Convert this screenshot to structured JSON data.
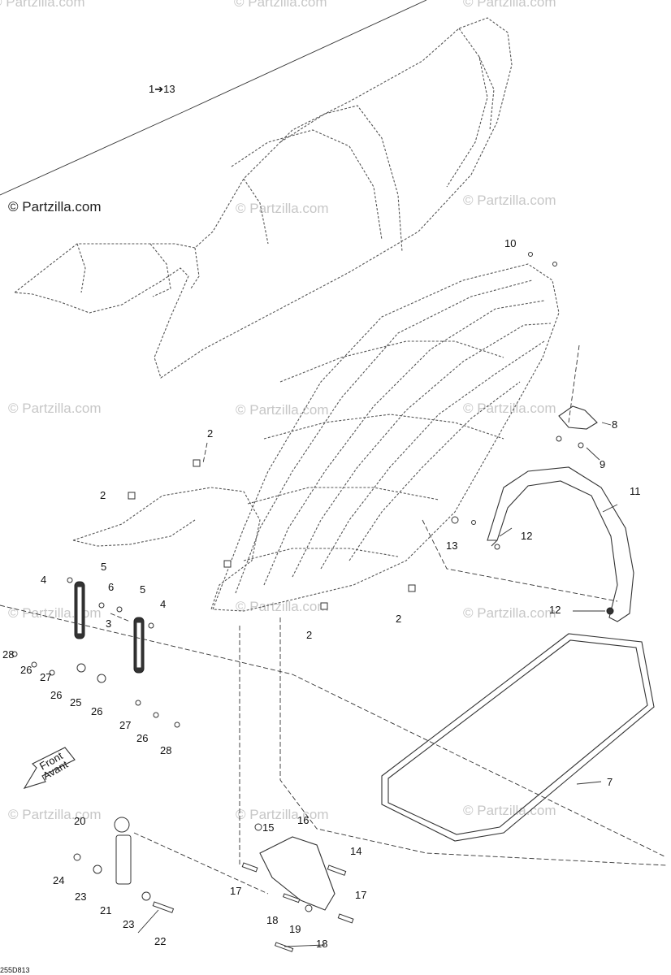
{
  "watermark": {
    "text": "© Partzilla.com",
    "dark_text": "© Partzilla.com"
  },
  "diagram_code": "255D813",
  "front_arrow": {
    "line1": "Front",
    "line2": "Avant"
  },
  "callouts": [
    {
      "id": "c-1-13",
      "text": "1➔13"
    },
    {
      "id": "c-10",
      "text": "10"
    },
    {
      "id": "c-8",
      "text": "8"
    },
    {
      "id": "c-9",
      "text": "9"
    },
    {
      "id": "c-11",
      "text": "11"
    },
    {
      "id": "c-12a",
      "text": "12"
    },
    {
      "id": "c-13",
      "text": "13"
    },
    {
      "id": "c-12b",
      "text": "12"
    },
    {
      "id": "c-2a",
      "text": "2"
    },
    {
      "id": "c-2b",
      "text": "2"
    },
    {
      "id": "c-2c",
      "text": "2"
    },
    {
      "id": "c-2d",
      "text": "2"
    },
    {
      "id": "c-4a",
      "text": "4"
    },
    {
      "id": "c-5a",
      "text": "5"
    },
    {
      "id": "c-6",
      "text": "6"
    },
    {
      "id": "c-5b",
      "text": "5"
    },
    {
      "id": "c-4b",
      "text": "4"
    },
    {
      "id": "c-3",
      "text": "3"
    },
    {
      "id": "c-28a",
      "text": "28"
    },
    {
      "id": "c-26a",
      "text": "26"
    },
    {
      "id": "c-27a",
      "text": "27"
    },
    {
      "id": "c-26b",
      "text": "26"
    },
    {
      "id": "c-25",
      "text": "25"
    },
    {
      "id": "c-26c",
      "text": "26"
    },
    {
      "id": "c-27b",
      "text": "27"
    },
    {
      "id": "c-26d",
      "text": "26"
    },
    {
      "id": "c-28b",
      "text": "28"
    },
    {
      "id": "c-7",
      "text": "7"
    },
    {
      "id": "c-20",
      "text": "20"
    },
    {
      "id": "c-24",
      "text": "24"
    },
    {
      "id": "c-23a",
      "text": "23"
    },
    {
      "id": "c-21",
      "text": "21"
    },
    {
      "id": "c-23b",
      "text": "23"
    },
    {
      "id": "c-22",
      "text": "22"
    },
    {
      "id": "c-15",
      "text": "15"
    },
    {
      "id": "c-16",
      "text": "16"
    },
    {
      "id": "c-14",
      "text": "14"
    },
    {
      "id": "c-17a",
      "text": "17"
    },
    {
      "id": "c-17b",
      "text": "17"
    },
    {
      "id": "c-18a",
      "text": "18"
    },
    {
      "id": "c-19",
      "text": "19"
    },
    {
      "id": "c-18b",
      "text": "18"
    }
  ]
}
